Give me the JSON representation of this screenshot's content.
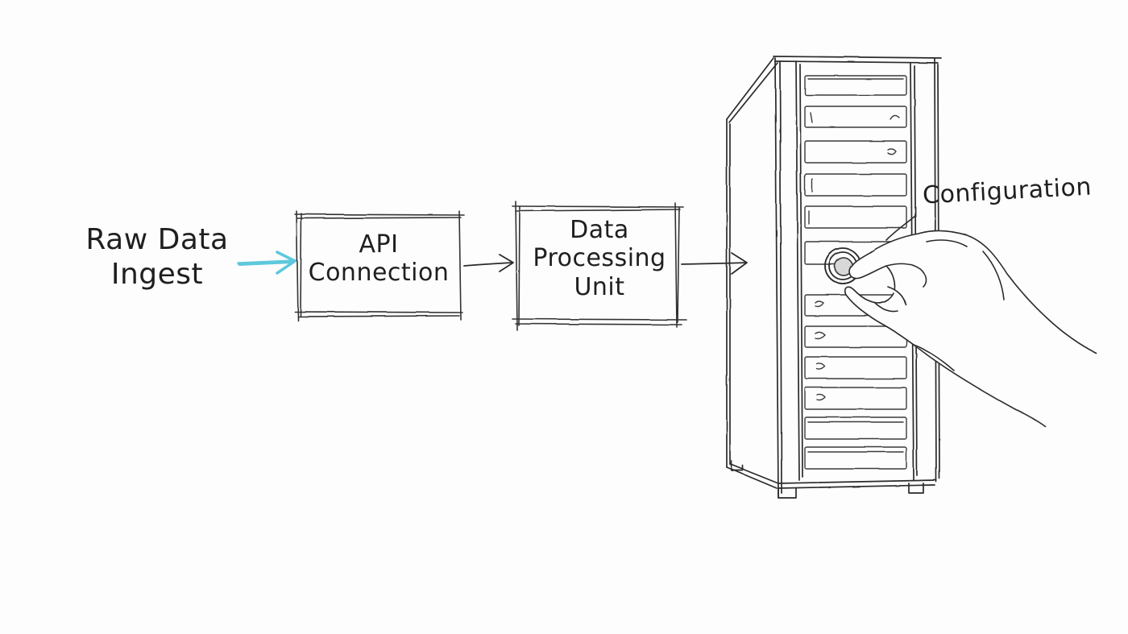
{
  "diagram": {
    "nodes": {
      "raw": {
        "line1": "Raw Data",
        "line2": "Ingest"
      },
      "api": {
        "line1": "API",
        "line2": "Connection"
      },
      "dpu": {
        "line1": "Data",
        "line2": "Processing",
        "line3": "Unit"
      },
      "server": {
        "label": "Configuration"
      }
    },
    "edges": [
      {
        "from": "raw",
        "to": "api"
      },
      {
        "from": "api",
        "to": "dpu"
      },
      {
        "from": "dpu",
        "to": "server"
      }
    ],
    "colors": {
      "ink": "#1f1f1f",
      "accent_arrow": "#5ec8dc",
      "background": "#fdfdfd"
    }
  }
}
